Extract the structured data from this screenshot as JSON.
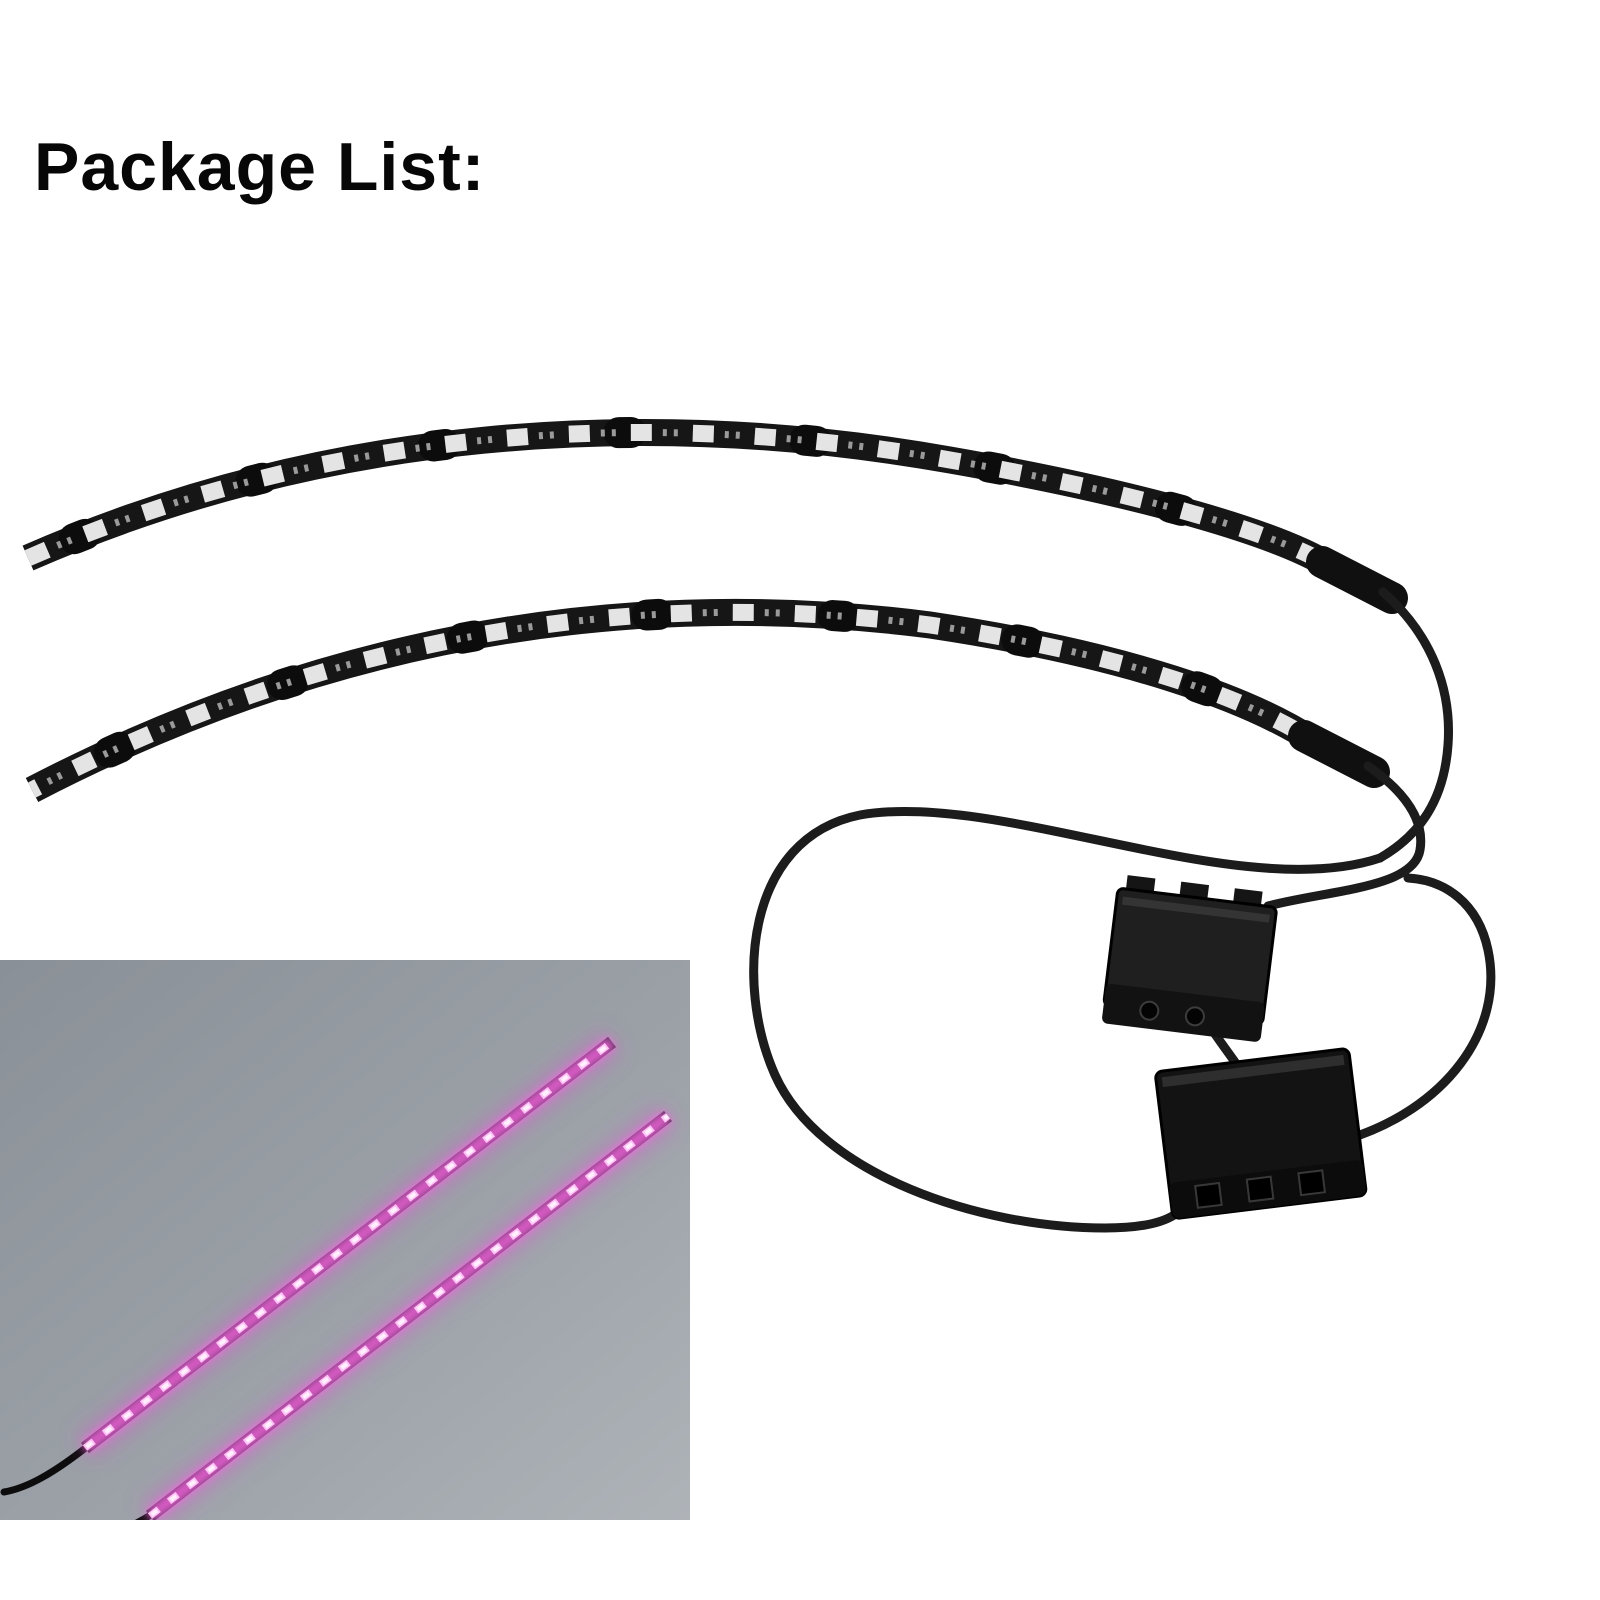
{
  "title": "Package List:",
  "package_items": [
    {
      "name": "rgb-led-strip",
      "quantity": 2
    },
    {
      "name": "molex-4pin-power-connector",
      "quantity": 2
    }
  ],
  "inset": {
    "description": "lit-led-strips-preview",
    "strip_count": 2
  },
  "colors": {
    "page_background": "#ffffff",
    "strip_body": "#161616",
    "led_chip": "#e4e4e4",
    "cable": "#1c1c1c",
    "inset_background": "#99a0a6",
    "led_glow": "#ff5ce8",
    "led_bright": "#ffc4f4",
    "title_text": "#070707"
  }
}
